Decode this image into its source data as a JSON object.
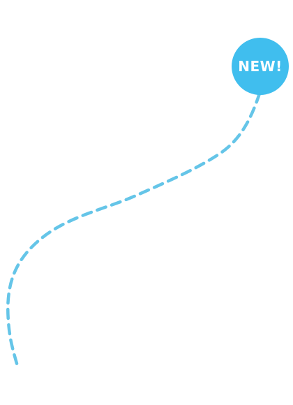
{
  "badge": {
    "label": "NEW!"
  },
  "colors": {
    "badge_fill": "#40BEEE",
    "path_stroke": "#65C5E8",
    "background": "#FFFFFF"
  },
  "path": {
    "style": "dashed",
    "icon": "dashed-curve-connector"
  }
}
